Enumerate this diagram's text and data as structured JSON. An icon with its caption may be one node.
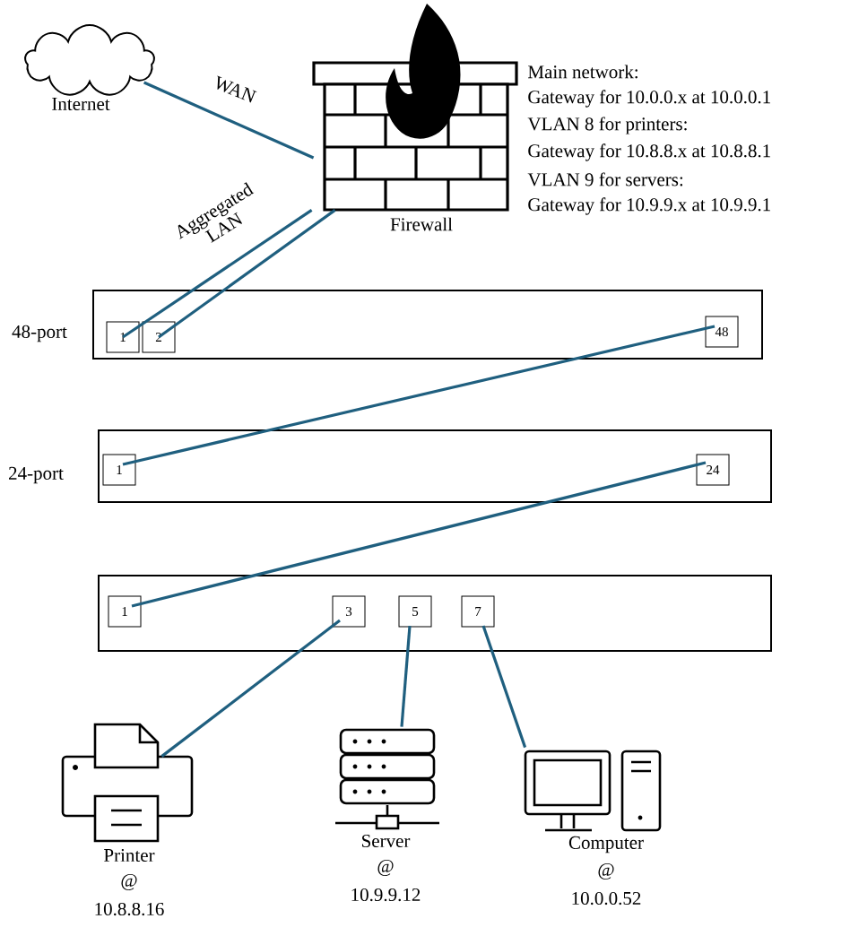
{
  "diagram": {
    "nodes": [
      {
        "text": [
          "Internet"
        ]
      },
      {
        "text": [
          "Firewall"
        ]
      },
      {
        "text": [
          "48-port"
        ]
      },
      {
        "text": [
          "1"
        ],
        "in": 2
      },
      {
        "text": [
          "2"
        ],
        "in": 2
      },
      {
        "text": [
          "48"
        ],
        "in": 2
      },
      {
        "text": [
          "24-port"
        ]
      },
      {
        "text": [
          "1"
        ],
        "in": 6
      },
      {
        "text": [
          "24"
        ],
        "in": 6
      },
      {
        "text": [],
        "shape": "box"
      },
      {
        "text": [
          "1"
        ],
        "in": 9
      },
      {
        "text": [
          "3"
        ],
        "in": 9
      },
      {
        "text": [
          "5"
        ],
        "in": 9
      },
      {
        "text": [
          "7"
        ],
        "in": 9
      },
      {
        "text": [
          "Printer",
          "@",
          "10.8.8.16"
        ]
      },
      {
        "text": [
          "Server",
          "@",
          "10.9.9.12"
        ]
      },
      {
        "text": [
          "Computer",
          "@",
          "10.0.0.52"
        ]
      }
    ],
    "edges": [
      {
        "from": 0,
        "to": 1,
        "arrow": "none",
        "label": "WAN"
      },
      {
        "from": 1,
        "to": 3,
        "arrow": "none",
        "label": "Aggregated LAN"
      },
      {
        "from": 1,
        "to": 4,
        "arrow": "none"
      },
      {
        "from": 5,
        "to": 7,
        "arrow": "none"
      },
      {
        "from": 8,
        "to": 10,
        "arrow": "none"
      },
      {
        "from": 11,
        "to": 14,
        "arrow": "none"
      },
      {
        "from": 12,
        "to": 15,
        "arrow": "none"
      },
      {
        "from": 13,
        "to": 16,
        "arrow": "none"
      }
    ],
    "labels": [
      "Main network:",
      "Gateway for 10.0.0.x at 10.0.0.1",
      "VLAN 8 for printers:",
      "Gateway for 10.8.8.x at 10.8.8.1",
      "VLAN 9 for servers:",
      "Gateway for 10.9.9.x at 10.9.9.1"
    ]
  }
}
